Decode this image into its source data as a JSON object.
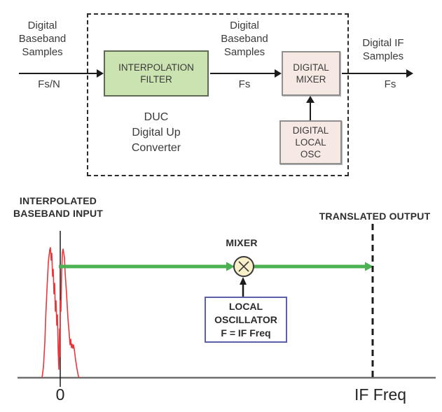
{
  "colors": {
    "filter_fill": "#cbe3b0",
    "filter_border": "#5f6a55",
    "mixer_fill": "#f6e8e3",
    "mixer_border": "#8f8f8f",
    "lo_border": "#5d60a8",
    "green_arrow": "#4cb152",
    "spectrum_red": "#e8363b",
    "axis_gray": "#6e6e6e",
    "mixer_symbol_fill": "#f7f0c9"
  },
  "block_diagram": {
    "input_label": "Digital\nBaseband\nSamples",
    "input_rate": "Fs/N",
    "interpolation_filter_label": "INTERPOLATION\nFILTER",
    "duc_caption": "DUC\nDigital Up\nConverter",
    "mid_label": "Digital\nBaseband\nSamples",
    "mid_rate": "Fs",
    "digital_mixer_label": "DIGITAL\nMIXER",
    "digital_local_osc_label": "DIGITAL\nLOCAL\nOSC",
    "output_label": "Digital IF\nSamples",
    "output_rate": "Fs"
  },
  "spectrum_diagram": {
    "input_title": "INTERPOLATED\nBASEBAND INPUT",
    "output_title": "TRANSLATED OUTPUT",
    "mixer_label": "MIXER",
    "local_oscillator_label": "LOCAL\nOSCILLATOR\nF = IF Freq",
    "axis_zero": "0",
    "axis_if_label": "IF Freq"
  }
}
